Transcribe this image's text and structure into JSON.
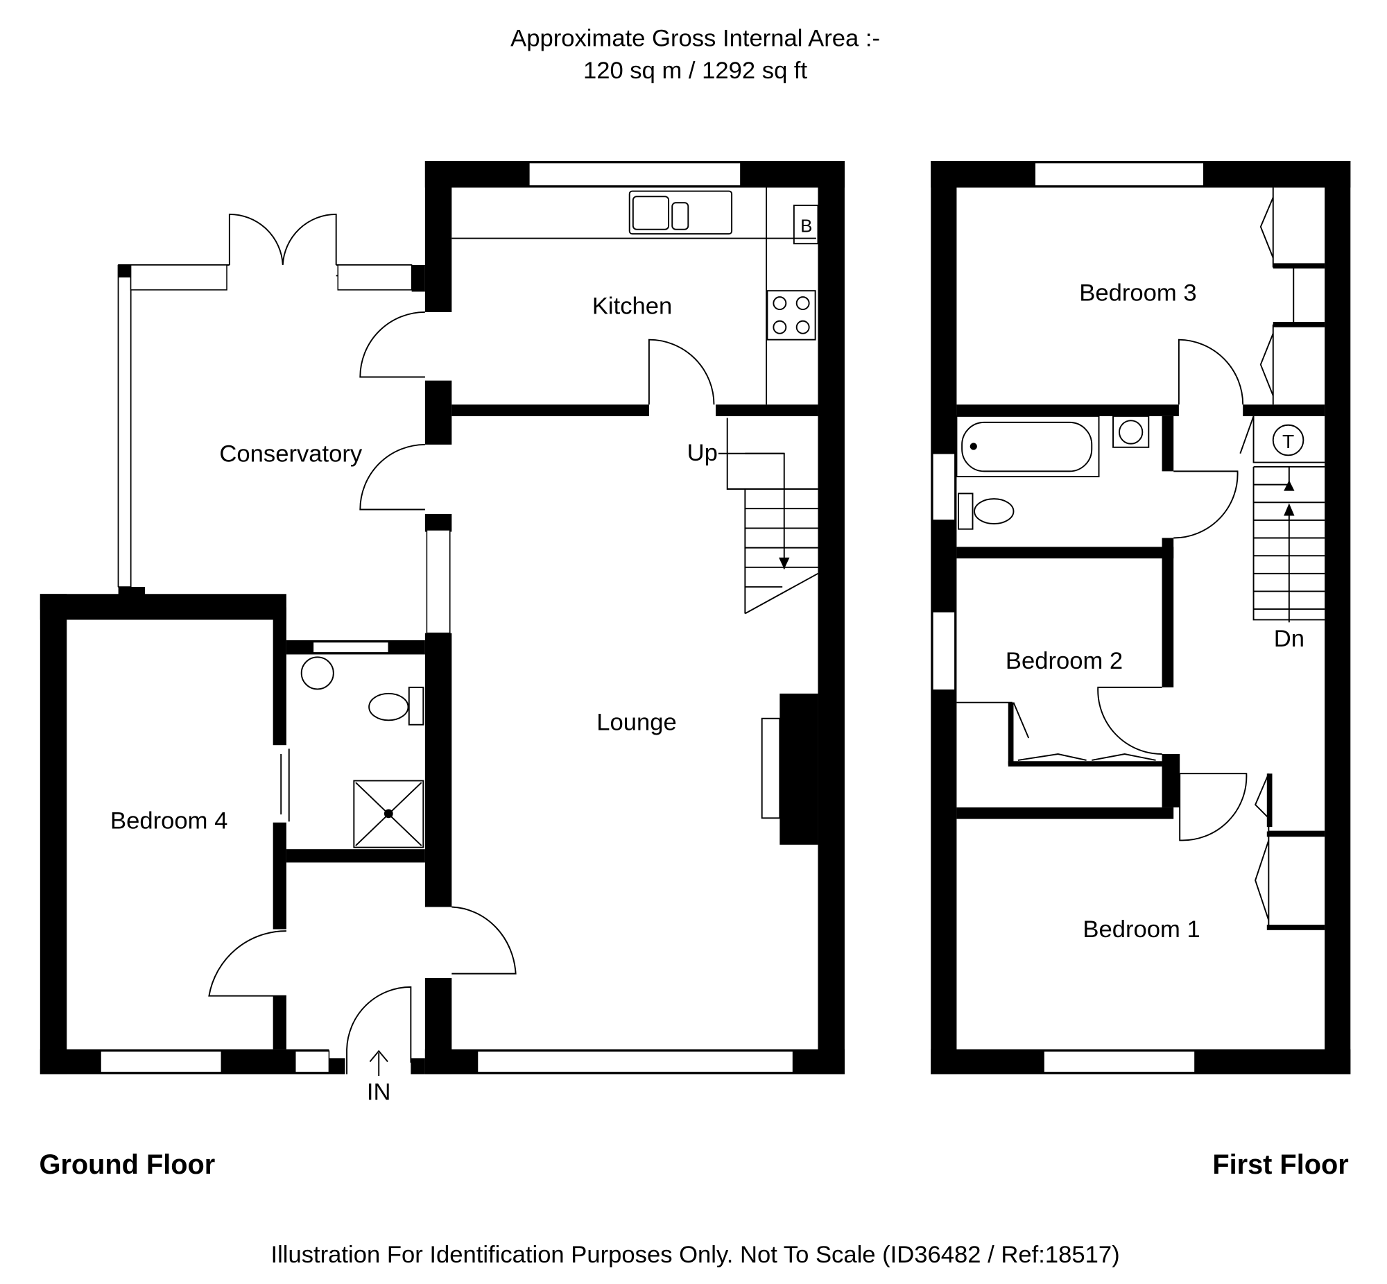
{
  "header": {
    "line1": "Approximate Gross Internal Area :-",
    "line2": "120 sq m / 1292 sq ft"
  },
  "ground_floor": {
    "label": "Ground Floor",
    "rooms": {
      "kitchen": "Kitchen",
      "conservatory": "Conservatory",
      "lounge": "Lounge",
      "bedroom4": "Bedroom 4"
    },
    "stairs_label": "Up",
    "entrance_label": "IN",
    "boiler_label": "B"
  },
  "first_floor": {
    "label": "First Floor",
    "rooms": {
      "bedroom3": "Bedroom 3",
      "bedroom2": "Bedroom 2",
      "bedroom1": "Bedroom 1"
    },
    "stairs_label": "Dn",
    "tank_label": "T"
  },
  "footer": {
    "disclaimer": "Illustration For Identification Purposes Only. Not To Scale (ID36482 / Ref:18517)"
  }
}
